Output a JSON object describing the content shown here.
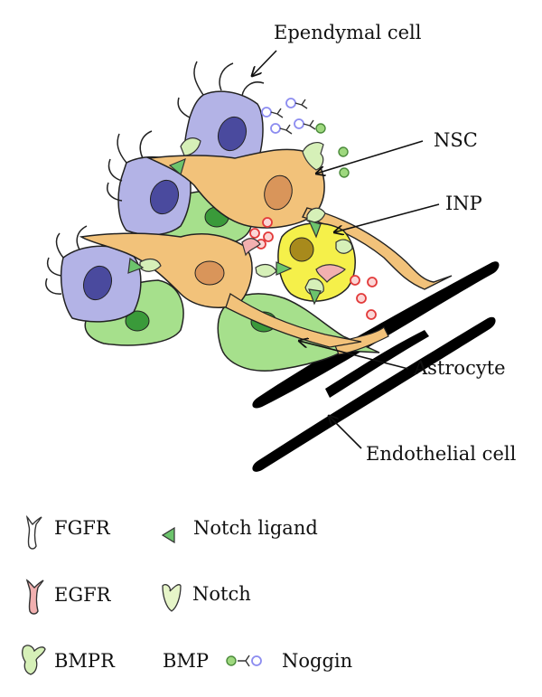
{
  "labels": {
    "ependymal": "Ependymal cell",
    "nsc": "NSC",
    "inp": "INP",
    "astrocyte": "Astrocyte",
    "endothelial": "Endothelial cell"
  },
  "legend": {
    "fgfr": "FGFR",
    "notch_ligand": "Notch ligand",
    "egfr": "EGFR",
    "notch": "Notch",
    "bmpr": "BMPR",
    "bmp": "BMP",
    "noggin": "Noggin"
  },
  "colors": {
    "ependymal": "#b3b3e6",
    "ependymal_nucleus": "#4a4a9e",
    "nsc": "#f2c27a",
    "nsc_nucleus": "#d9955a",
    "inp": "#f5f04a",
    "inp_nucleus": "#a88a1c",
    "astrocyte": "#a6e08c",
    "astrocyte_nucleus": "#3a9a3a",
    "endothelial": "#000000",
    "egfr": "#f2b0b0",
    "bmp": "#9ed87e",
    "noggin": "#8c8cf0",
    "egf_ligand": "#f06a6a"
  }
}
